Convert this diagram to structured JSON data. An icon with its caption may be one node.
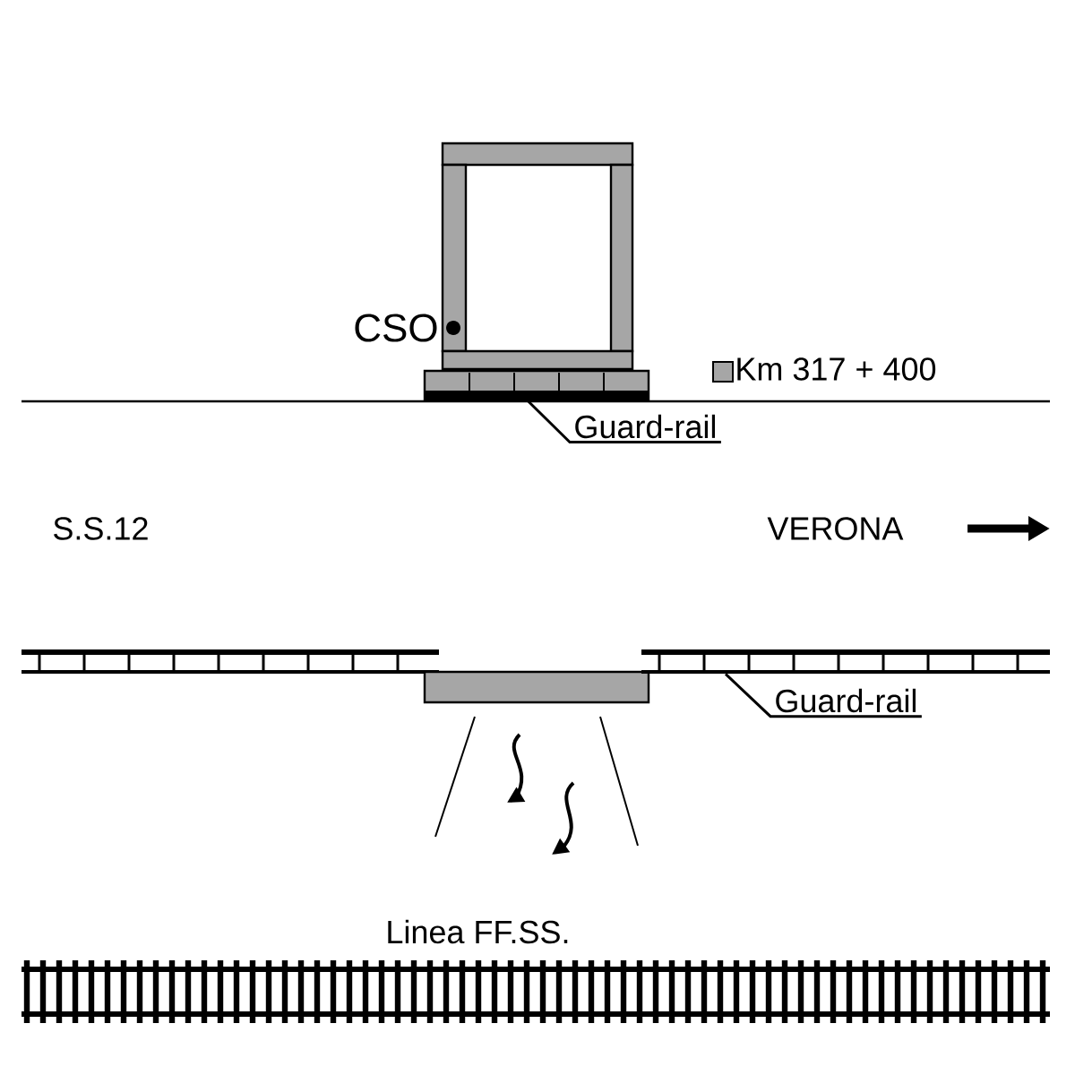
{
  "diagram": {
    "nodes": [
      {
        "text": [],
        "shape": "bar"
      },
      {
        "text": [
          "Guard-rail"
        ]
      },
      {
        "text": [],
        "shape": "bar"
      },
      {
        "text": [
          "Guard-rail"
        ]
      }
    ],
    "edges": [
      {
        "from": 1,
        "to": 0,
        "arrow": "none"
      },
      {
        "from": 3,
        "to": 2,
        "arrow": "none"
      }
    ],
    "labels": [
      "CSO",
      "Km 317 + 400",
      "S.S.12",
      "VERONA",
      "Linea FF.SS."
    ]
  }
}
